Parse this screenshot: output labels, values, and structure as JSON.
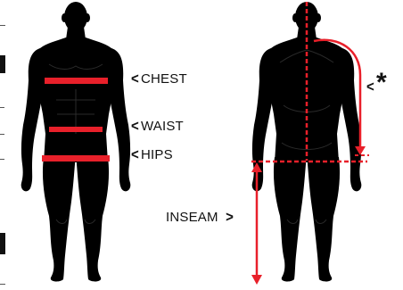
{
  "labels": {
    "chest": "CHEST",
    "waist": "WAIST",
    "hips": "HIPS",
    "inseam": "INSEAM",
    "star": "*"
  },
  "glyphs": {
    "left_chevron": "<",
    "right_chevron": ">"
  },
  "icons": [
    "front-figure-silhouette-icon",
    "back-figure-silhouette-icon"
  ],
  "colors": {
    "silhouette": "#000000",
    "measure": "#e8202a",
    "text": "#111111",
    "background": "#ffffff"
  }
}
